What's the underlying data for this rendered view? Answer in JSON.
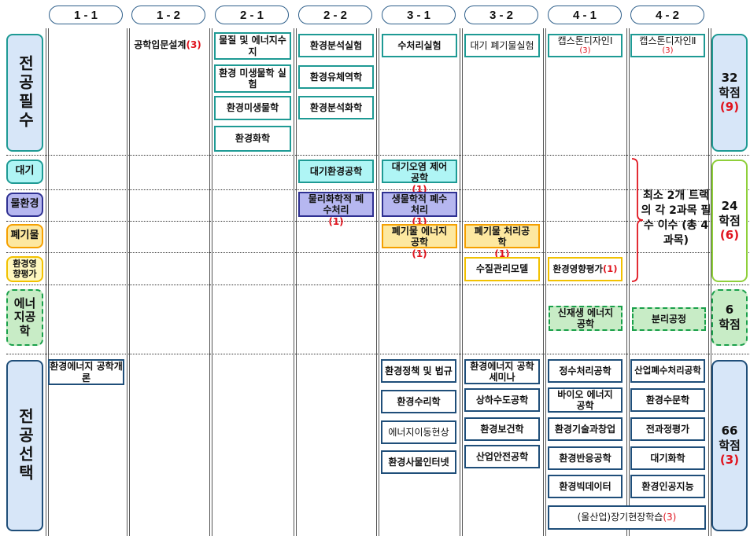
{
  "semesters": [
    "1 - 1",
    "1 - 2",
    "2 - 1",
    "2 - 2",
    "3 - 1",
    "3 - 2",
    "4 - 1",
    "4 - 2"
  ],
  "categories": {
    "required": "전공필수",
    "air": "대기",
    "water": "물환경",
    "waste": "폐기물",
    "env_assess": "환경영향평가",
    "energy": "에너지공학",
    "elective": "전공선택"
  },
  "courses": {
    "required": {
      "c12_1": {
        "name": "공학입문설계",
        "credit": "(3)"
      },
      "c21_1": "물질 및 에너지수지",
      "c21_2": "환경 미생물학 실험",
      "c21_3": "환경미생물학",
      "c21_4": "환경화학",
      "c22_1": "환경분석실험",
      "c22_2": "환경유체역학",
      "c22_3": "환경분석화학",
      "c31_1": "수처리실험",
      "c32_1": "대기 폐기물실험",
      "c41_1": {
        "name": "캡스톤디자인Ⅰ",
        "credit": "(3)"
      },
      "c42_1": {
        "name": "캡스톤디자인Ⅱ",
        "credit": "(3)"
      }
    },
    "track": {
      "air_22": "대기환경공학",
      "air_31": {
        "name": "대기오염 제어공학",
        "credit": "(1)"
      },
      "water_22": {
        "name": "물리화학적 폐수처리",
        "credit": "(1)"
      },
      "water_31": {
        "name": "생물학적 폐수처리",
        "credit": "(1)"
      },
      "waste_31": {
        "name": "폐기물 에너지공학",
        "credit": "(1)"
      },
      "waste_32": {
        "name": "폐기물 처리공학",
        "credit": "(1)"
      },
      "env_32": "수질관리모델",
      "env_41": {
        "name": "환경영향평가",
        "credit": "(1)"
      },
      "energy_41": "신재생 에너지공학",
      "energy_42": "분리공정"
    },
    "elective": {
      "e11_1": "환경에너지 공학개론",
      "e31_1": "환경정책 및 법규",
      "e31_2": "환경수리학",
      "e31_3": "에너지이동현상",
      "e31_4": "환경사물인터넷",
      "e32_1": "환경에너지 공학 세미나",
      "e32_2": "상하수도공학",
      "e32_3": "환경보건학",
      "e32_4": "산업안전공학",
      "e41_1": "정수처리공학",
      "e41_2": "바이오 에너지공학",
      "e41_3": "환경기술과창업",
      "e41_4": "환경반응공학",
      "e41_5": "환경빅데이터",
      "e42_1": "산업폐수처리공학",
      "e42_2": "환경수문학",
      "e42_3": "전과정평가",
      "e42_4": "대기화학",
      "e42_5": "환경인공지능",
      "e4_long": {
        "name": "(울산업)장기현장학습",
        "credit": "(3)"
      }
    }
  },
  "track_note": "최소 2개 트랙의 각 2과목 필수 이수 (총 4과목)",
  "credits": {
    "required": {
      "value": "32",
      "unit": "학점",
      "sub": "(9)"
    },
    "track": {
      "value": "24",
      "unit": "학점",
      "sub": "(6)"
    },
    "energy": {
      "value": "6",
      "unit": "학점"
    },
    "elective": {
      "value": "66",
      "unit": "학점",
      "sub": "(3)"
    }
  },
  "colors": {
    "teal": "#1e9a94",
    "navy": "#1f4e79",
    "air_fill": "#aff5f5",
    "water_fill": "#b6b7f0",
    "waste_fill": "#fde8a0",
    "waste_border": "#f5a000",
    "env_border": "#f2c100",
    "energy_fill": "#c8ecc6",
    "energy_border": "#1aa04a",
    "elective_fill": "#d7e6f8",
    "credit_red": "#e0141e"
  }
}
